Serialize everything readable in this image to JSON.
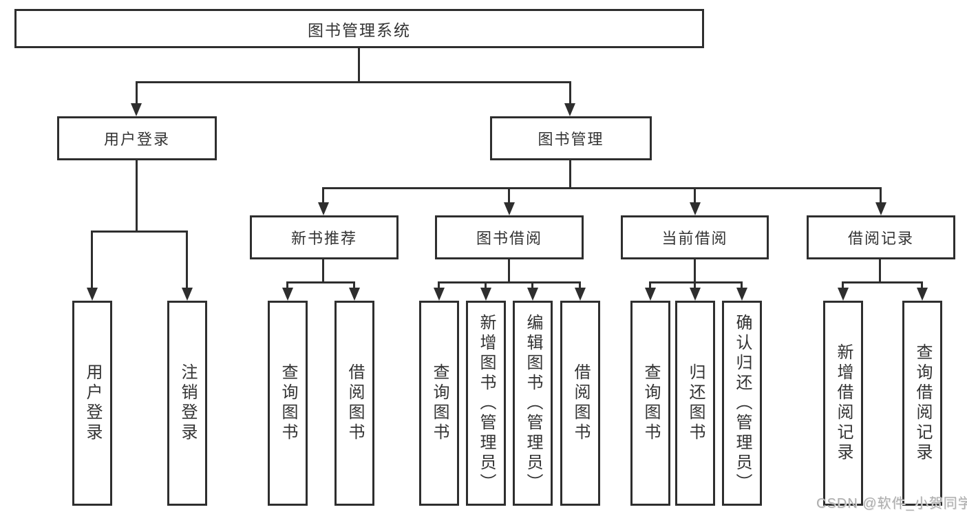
{
  "diagram": {
    "tree": {
      "root": "图书管理系统",
      "branches": [
        {
          "label": "用户登录",
          "leaves": [
            "用户登录",
            "注销登录"
          ]
        },
        {
          "label": "图书管理",
          "groups": [
            {
              "label": "新书推荐",
              "leaves": [
                "查询图书",
                "借阅图书"
              ]
            },
            {
              "label": "图书借阅",
              "leaves": [
                "查询图书",
                "新增图书（管理员）",
                "编辑图书（管理员）",
                "借阅图书"
              ]
            },
            {
              "label": "当前借阅",
              "leaves": [
                "查询图书",
                "归还图书",
                "确认归还（管理员）"
              ]
            },
            {
              "label": "借阅记录",
              "leaves": [
                "新增借阅记录",
                "查询借阅记录"
              ]
            }
          ]
        }
      ]
    },
    "watermark": "CSDN @软件_小贺同学",
    "colors": {
      "line": "#2e2e2e",
      "text": "#333333",
      "watermark": "#aeaeae",
      "background": "#ffffff"
    }
  }
}
